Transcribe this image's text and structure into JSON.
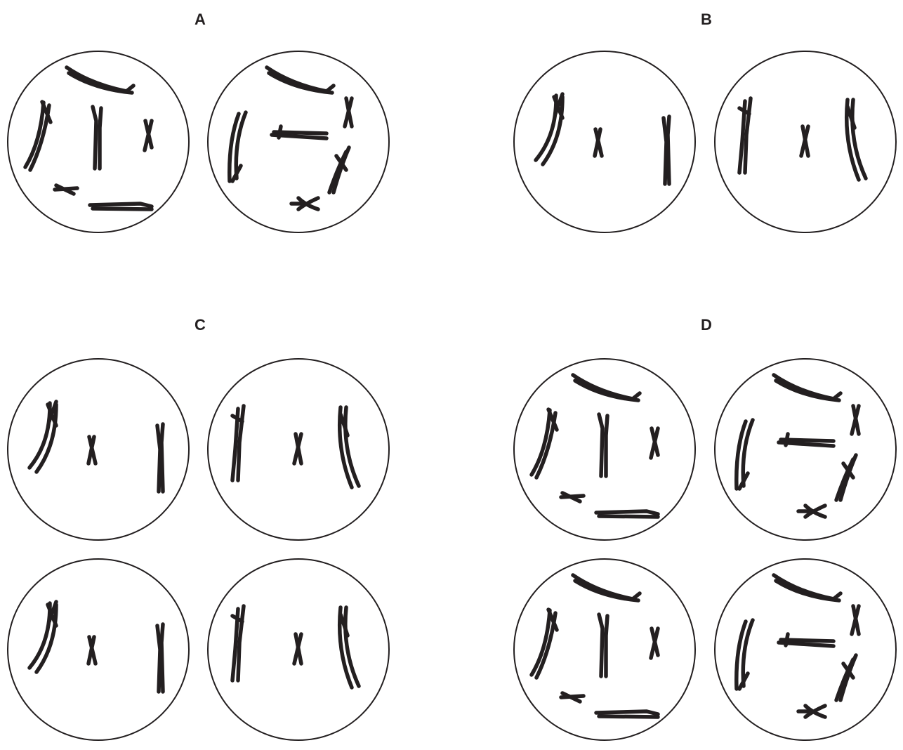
{
  "panels": [
    {
      "id": "A",
      "label": "A",
      "cell_count": 2,
      "chromosomes_per_cell": 6,
      "cell_types": [
        "full-left",
        "full-right"
      ]
    },
    {
      "id": "B",
      "label": "B",
      "cell_count": 2,
      "chromosomes_per_cell": 3,
      "cell_types": [
        "half-left",
        "half-right"
      ]
    },
    {
      "id": "C",
      "label": "C",
      "cell_count": 4,
      "chromosomes_per_cell": 3,
      "cell_types": [
        "half-left",
        "half-right",
        "half-left",
        "half-right"
      ]
    },
    {
      "id": "D",
      "label": "D",
      "cell_count": 4,
      "chromosomes_per_cell": 6,
      "cell_types": [
        "full-left",
        "full-right",
        "full-left",
        "full-right"
      ]
    }
  ],
  "colors": {
    "ink": "#231f20",
    "background": "#ffffff"
  }
}
